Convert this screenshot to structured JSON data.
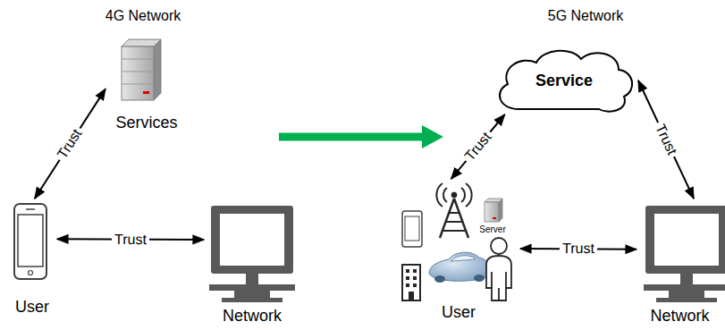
{
  "diagram": {
    "nodes": [
      {
        "text": [
          "Services"
        ]
      },
      {
        "text": [
          "User"
        ]
      },
      {
        "text": [
          "Network"
        ]
      },
      {
        "text": [
          "Service"
        ]
      },
      {
        "text": [
          "User"
        ]
      },
      {
        "text": [
          "Network"
        ]
      }
    ],
    "edges": [
      {
        "from": 1,
        "to": 0,
        "label": "Trust",
        "arrow": "both"
      },
      {
        "from": 1,
        "to": 2,
        "label": "Trust",
        "arrow": "both"
      },
      {
        "from": 4,
        "to": 3,
        "label": "Trust",
        "arrow": "both"
      },
      {
        "from": 3,
        "to": 5,
        "label": "Trust",
        "arrow": "both"
      },
      {
        "from": 4,
        "to": 5,
        "label": "Trust",
        "arrow": "both"
      }
    ],
    "labels": [
      "4G Network",
      "5G Network",
      "Server"
    ]
  }
}
